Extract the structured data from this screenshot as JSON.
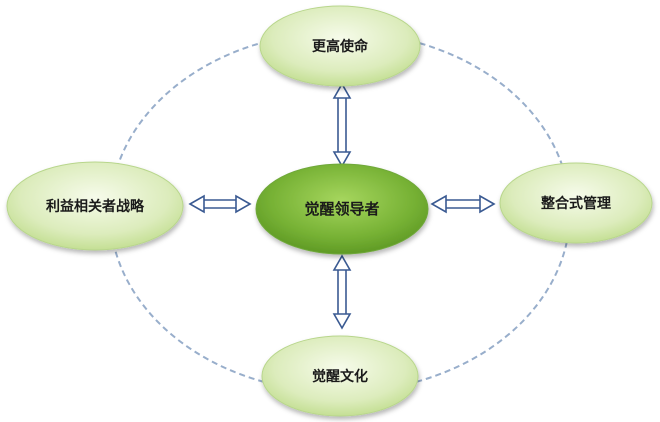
{
  "diagram": {
    "center": {
      "label": "觉醒领导者"
    },
    "top": {
      "label": "更高使命"
    },
    "left": {
      "label": "利益相关者战略"
    },
    "right": {
      "label": "整合式管理"
    },
    "bottom": {
      "label": "觉醒文化"
    }
  },
  "colors": {
    "outer_node_fill_light": "#f4f9e6",
    "outer_node_fill_dark": "#c9e29a",
    "outer_node_stroke": "#b8d68c",
    "center_node_fill_light": "#9ccf55",
    "center_node_fill_dark": "#5c9e23",
    "center_node_stroke": "#6fa83a",
    "arrow_stroke": "#3a5a92",
    "arrow_fill": "#ffffff",
    "dashed_circle": "#98aecb"
  }
}
